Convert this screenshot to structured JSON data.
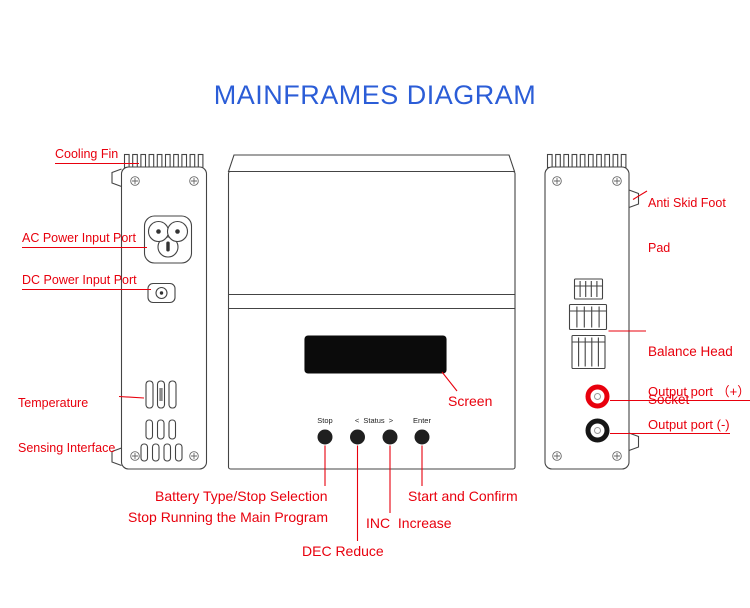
{
  "title": "MAINFRAMES DIAGRAM",
  "colors": {
    "title": "#2b5dd7",
    "callout": "#e8000d",
    "outline": "#444444",
    "screen_fill": "#0b0b0b",
    "output_positive_ring": "#e8000d",
    "output_negative_ring": "#161616"
  },
  "callouts": {
    "cooling_fin": "Cooling Fin",
    "ac_power": "AC Power Input Port",
    "dc_power": "DC Power Input Port",
    "temp_line1": "Temperature",
    "temp_line2": "Sensing Interface",
    "anti_skid_line1": "Anti Skid Foot",
    "anti_skid_line2": "Pad",
    "balance_line1": "Balance Head",
    "balance_line2": "Socket",
    "output_plus": "Output port （+）",
    "output_minus": "Output port (-)",
    "screen": "Screen",
    "battery_type": "Battery Type/Stop Selection",
    "stop_running": "Stop Running the Main Program",
    "start_confirm": "Start and Confirm",
    "inc": "INC  Increase",
    "dec": "DEC Reduce"
  },
  "device_text": {
    "stop": "Stop",
    "status": "<  Status  >",
    "enter": "Enter"
  }
}
